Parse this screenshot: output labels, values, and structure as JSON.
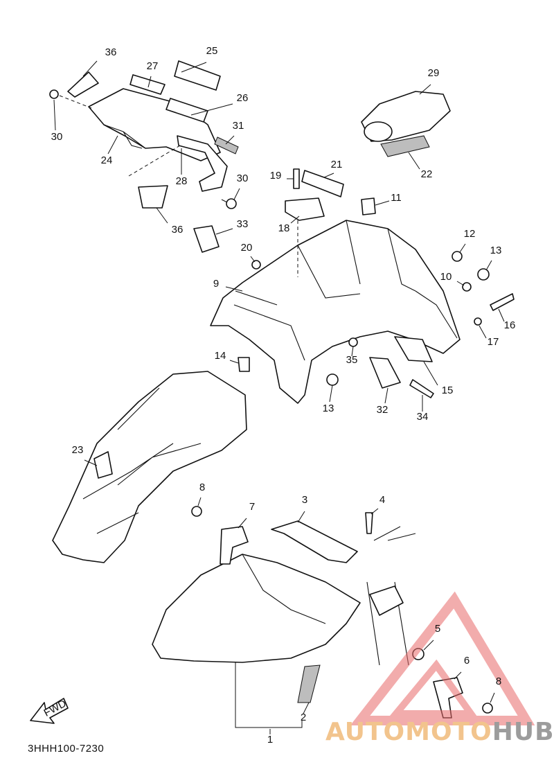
{
  "diagram_code": "3HHH100-7230",
  "fwd_label": "FWD",
  "watermark": {
    "part1": "AUTOMOTO",
    "part2": "HUB",
    "color_light": "#f2c48d",
    "color_dark": "#9c9c9c",
    "triangle_color": "#e86a6a"
  },
  "callouts": [
    "36",
    "25",
    "27",
    "26",
    "30",
    "24",
    "31",
    "28",
    "30",
    "36",
    "29",
    "22",
    "21",
    "19",
    "11",
    "18",
    "33",
    "20",
    "12",
    "13",
    "9",
    "10",
    "16",
    "17",
    "14",
    "35",
    "15",
    "13",
    "32",
    "34",
    "23",
    "8",
    "7",
    "3",
    "4",
    "5",
    "6",
    "8",
    "2",
    "1"
  ]
}
